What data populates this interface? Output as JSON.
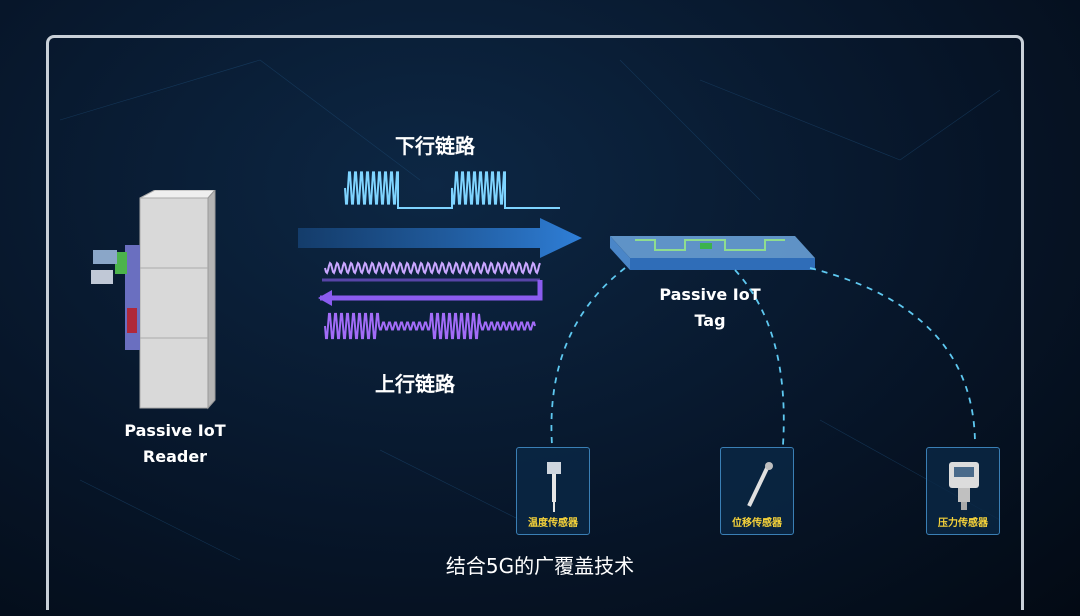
{
  "labels": {
    "downlink": "下行链路",
    "uplink": "上行链路",
    "reader_line1": "Passive IoT",
    "reader_line2": "Reader",
    "tag_line1": "Passive IoT",
    "tag_line2": "Tag",
    "caption": "结合5G的广覆盖技术"
  },
  "sensors": [
    {
      "name": "温度传感器",
      "icon": "temperature-sensor-icon"
    },
    {
      "name": "位移传感器",
      "icon": "displacement-sensor-icon"
    },
    {
      "name": "压力传感器",
      "icon": "pressure-sensor-icon"
    }
  ],
  "colors": {
    "downlink_wave": "#7fd4ff",
    "downlink_arrow": "#2f7fd8",
    "uplink_wave": "#b57cff",
    "uplink_arrow": "#6a3de0",
    "dashed_link": "#5ec8f0",
    "sensor_label": "#f5d23a"
  }
}
